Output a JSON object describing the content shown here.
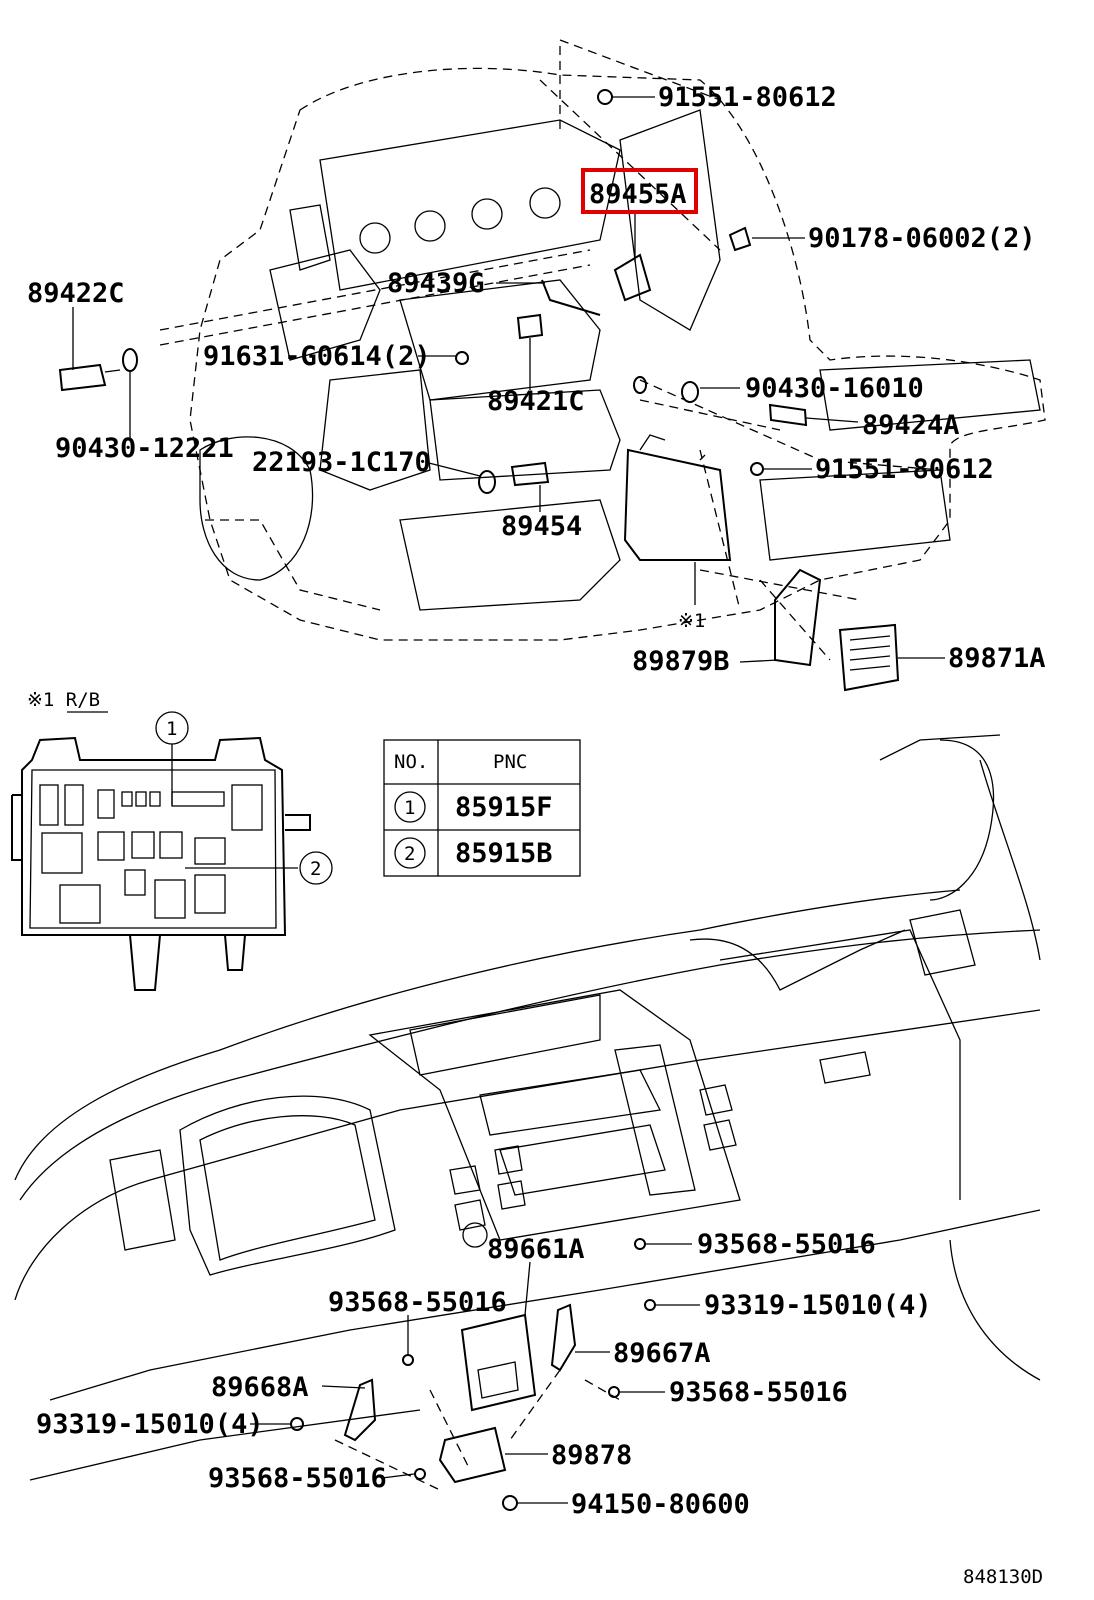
{
  "parts": {
    "p91551_top": "91551-80612",
    "p89455A": "89455A",
    "p90178": "90178-06002(2)",
    "p89422C": "89422C",
    "p89439G": "89439G",
    "p91631": "91631-G0614(2)",
    "p89421C": "89421C",
    "p90430_16010": "90430-16010",
    "p89424A": "89424A",
    "p90430_12221": "90430-12221",
    "p22193": "22193-1C170",
    "p91551_mid": "91551-80612",
    "p89454": "89454",
    "p89879B": "89879B",
    "p89871A": "89871A",
    "p89661A": "89661A",
    "p93568_a": "93568-55016",
    "p93568_b": "93568-55016",
    "p93319_r": "93319-15010(4)",
    "p89667A": "89667A",
    "p89668A": "89668A",
    "p93568_c": "93568-55016",
    "p93319_l": "93319-15010(4)",
    "p89878": "89878",
    "p93568_d": "93568-55016",
    "p94150": "94150-80600"
  },
  "note_mark": "※1",
  "rb_title": "※1 R/B",
  "table": {
    "head_no": "NO.",
    "head_pnc": "PNC",
    "rows": [
      {
        "no": "1",
        "pnc": "85915F"
      },
      {
        "no": "2",
        "pnc": "85915B"
      }
    ]
  },
  "callout1": "1",
  "callout2": "2",
  "diagram_code": "848130D",
  "highlight_color": "#e00000"
}
